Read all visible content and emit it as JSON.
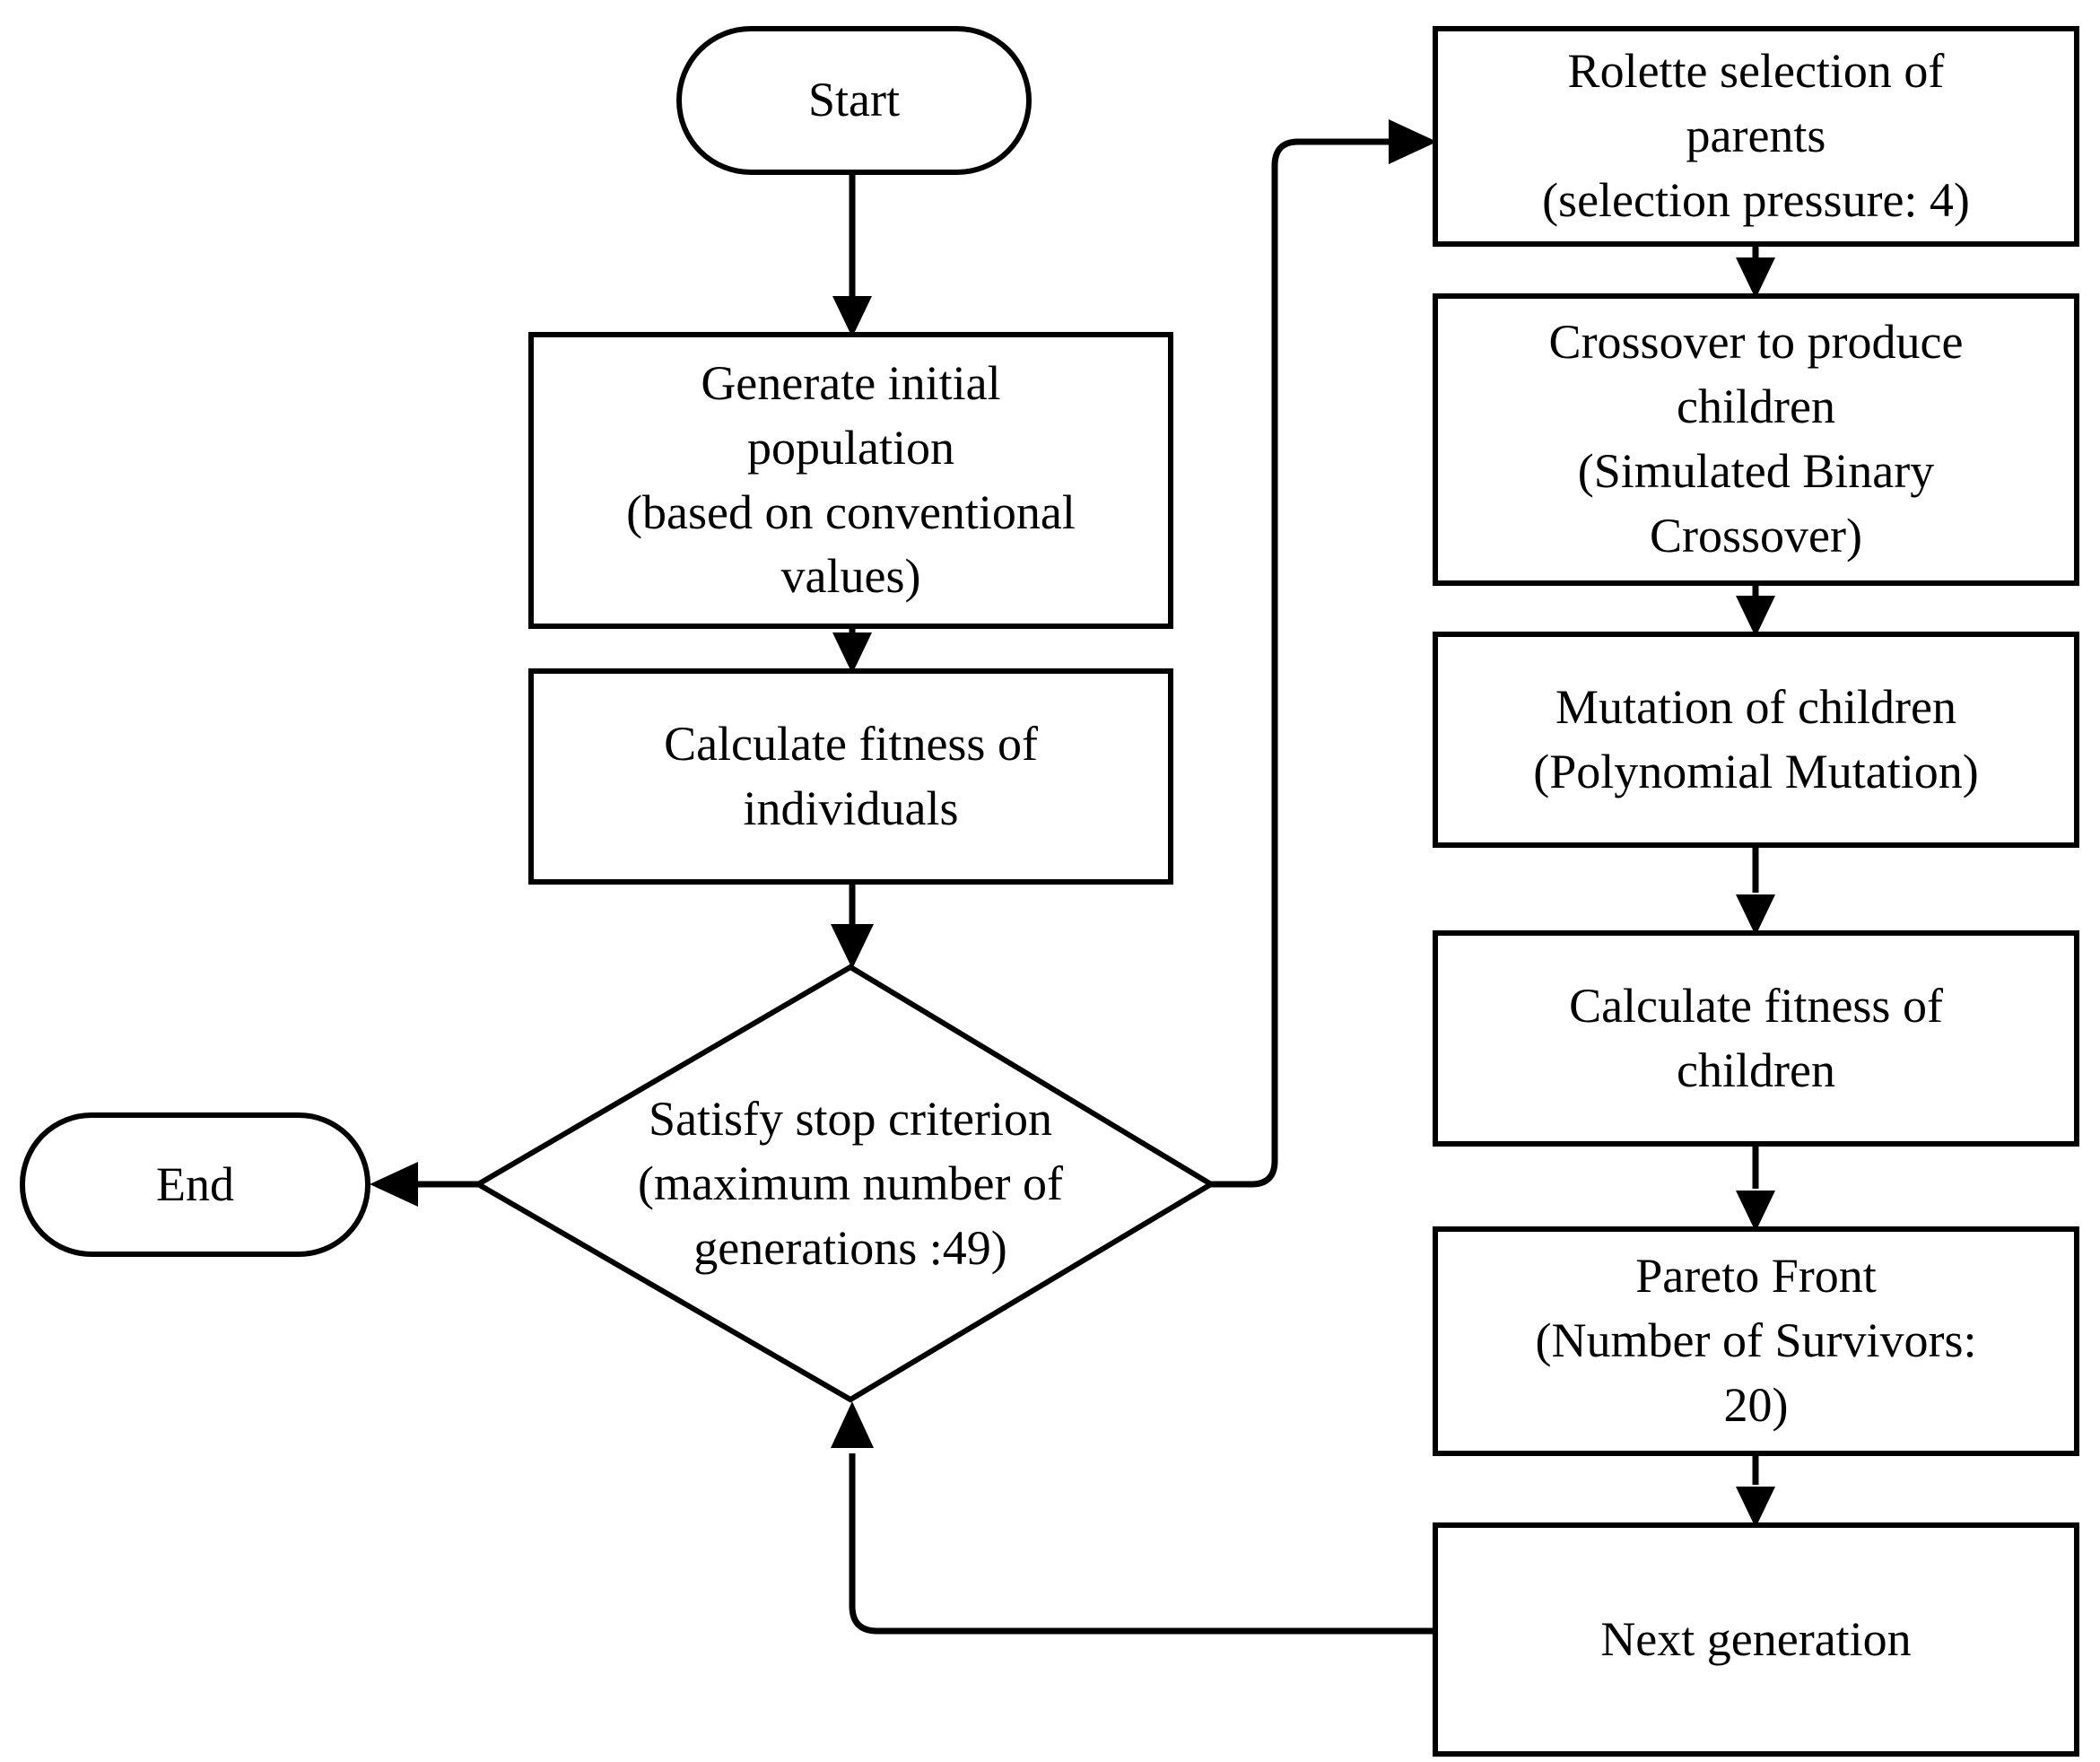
{
  "diagram": {
    "title": "Genetic algorithm optimization flowchart",
    "type": "flowchart",
    "stroke_color": "#000000",
    "fill_color": "#ffffff",
    "nodes": [
      {
        "id": "start",
        "shape": "terminal",
        "label": "Start"
      },
      {
        "id": "generate-initial-population",
        "shape": "process",
        "label": "Generate initial\npopulation\n(based on conventional\nvalues)"
      },
      {
        "id": "calculate-fitness-individuals",
        "shape": "process",
        "label": "Calculate fitness of\nindividuals"
      },
      {
        "id": "satisfy-stop-criterion",
        "shape": "decision",
        "label": "Satisfy stop criterion\n(maximum number of\ngenerations :49)"
      },
      {
        "id": "end",
        "shape": "terminal",
        "label": "End"
      },
      {
        "id": "rolette-selection",
        "shape": "process",
        "label": "Rolette selection of\nparents\n(selection pressure: 4)"
      },
      {
        "id": "crossover",
        "shape": "process",
        "label": "Crossover to produce\nchildren\n(Simulated Binary\nCrossover)"
      },
      {
        "id": "mutation",
        "shape": "process",
        "label": "Mutation of children\n(Polynomial Mutation)"
      },
      {
        "id": "calculate-fitness-children",
        "shape": "process",
        "label": "Calculate fitness of\nchildren"
      },
      {
        "id": "pareto-front",
        "shape": "process",
        "label": "Pareto Front\n(Number of Survivors:\n20)"
      },
      {
        "id": "next-generation",
        "shape": "process",
        "label": "Next generation"
      }
    ],
    "edges": [
      {
        "from": "start",
        "to": "generate-initial-population"
      },
      {
        "from": "generate-initial-population",
        "to": "calculate-fitness-individuals"
      },
      {
        "from": "calculate-fitness-individuals",
        "to": "satisfy-stop-criterion"
      },
      {
        "from": "satisfy-stop-criterion",
        "to": "end"
      },
      {
        "from": "satisfy-stop-criterion",
        "to": "rolette-selection"
      },
      {
        "from": "rolette-selection",
        "to": "crossover"
      },
      {
        "from": "crossover",
        "to": "mutation"
      },
      {
        "from": "mutation",
        "to": "calculate-fitness-children"
      },
      {
        "from": "calculate-fitness-children",
        "to": "pareto-front"
      },
      {
        "from": "pareto-front",
        "to": "next-generation"
      },
      {
        "from": "next-generation",
        "to": "satisfy-stop-criterion"
      }
    ]
  }
}
